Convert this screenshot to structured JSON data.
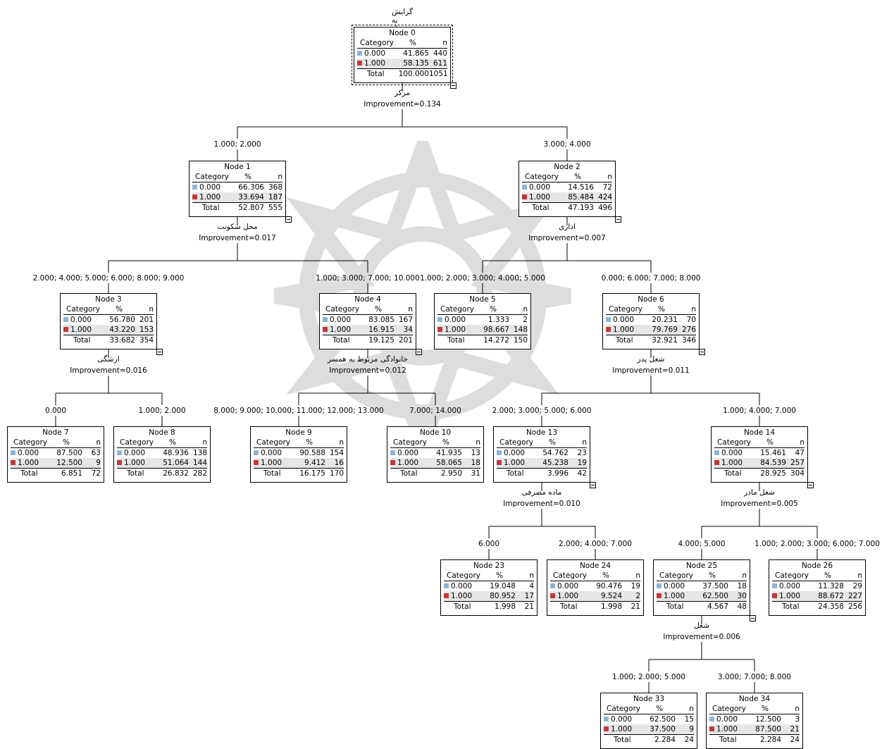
{
  "title": "گرایش به مواد مخدر",
  "colors": {
    "cat0": "#8fb4d4",
    "cat1": "#c0393b"
  },
  "nodes": [
    {
      "id": "0",
      "name": "Node 0",
      "rows": [
        [
          "0.000",
          "41.865",
          "440"
        ],
        [
          "1.000",
          "58.135",
          "611"
        ]
      ],
      "total": [
        "100.000",
        "1051"
      ],
      "split_var": "مرکز",
      "improvement": "Improvement=0.134"
    },
    {
      "id": "1",
      "name": "Node 1",
      "branch": "1.000; 2.000",
      "rows": [
        [
          "0.000",
          "66.306",
          "368"
        ],
        [
          "1.000",
          "33.694",
          "187"
        ]
      ],
      "total": [
        "52.807",
        "555"
      ],
      "split_var": "محل سکونت",
      "improvement": "Improvement=0.017"
    },
    {
      "id": "2",
      "name": "Node 2",
      "branch": "3.000; 4.000",
      "rows": [
        [
          "0.000",
          "14.516",
          "72"
        ],
        [
          "1.000",
          "85.484",
          "424"
        ]
      ],
      "total": [
        "47.193",
        "496"
      ],
      "split_var": "اداری",
      "improvement": "Improvement=0.007"
    },
    {
      "id": "3",
      "name": "Node 3",
      "branch": "2.000; 4.000; 5.000; 6.000; 8.000; 9.000",
      "rows": [
        [
          "0.000",
          "56.780",
          "201"
        ],
        [
          "1.000",
          "43.220",
          "153"
        ]
      ],
      "total": [
        "33.682",
        "354"
      ],
      "split_var": "ارشگی",
      "improvement": "Improvement=0.016"
    },
    {
      "id": "4",
      "name": "Node 4",
      "branch": "1.000; 3.000; 7.000; 10.000",
      "rows": [
        [
          "0.000",
          "83.085",
          "167"
        ],
        [
          "1.000",
          "16.915",
          "34"
        ]
      ],
      "total": [
        "19.125",
        "201"
      ],
      "split_var": "خانوادگی مربوط به همسر",
      "improvement": "Improvement=0.012"
    },
    {
      "id": "5",
      "name": "Node 5",
      "branch": "1.000; 2.000; 3.000; 4.000; 5.000",
      "rows": [
        [
          "0.000",
          "1.333",
          "2"
        ],
        [
          "1.000",
          "98.667",
          "148"
        ]
      ],
      "total": [
        "14.272",
        "150"
      ]
    },
    {
      "id": "6",
      "name": "Node 6",
      "branch": "0.000; 6.000; 7.000; 8.000",
      "rows": [
        [
          "0.000",
          "20.231",
          "70"
        ],
        [
          "1.000",
          "79.769",
          "276"
        ]
      ],
      "total": [
        "32.921",
        "346"
      ],
      "split_var": "شغل پدر",
      "improvement": "Improvement=0.011"
    },
    {
      "id": "7",
      "name": "Node 7",
      "branch": "0.000",
      "rows": [
        [
          "0.000",
          "87.500",
          "63"
        ],
        [
          "1.000",
          "12.500",
          "9"
        ]
      ],
      "total": [
        "6.851",
        "72"
      ]
    },
    {
      "id": "8",
      "name": "Node 8",
      "branch": "1.000; 2.000",
      "rows": [
        [
          "0.000",
          "48.936",
          "138"
        ],
        [
          "1.000",
          "51.064",
          "144"
        ]
      ],
      "total": [
        "26.832",
        "282"
      ]
    },
    {
      "id": "9",
      "name": "Node 9",
      "branch": "8.000; 9.000; 10.000; 11.000; 12.000; 13.000",
      "rows": [
        [
          "0.000",
          "90.588",
          "154"
        ],
        [
          "1.000",
          "9.412",
          "16"
        ]
      ],
      "total": [
        "16.175",
        "170"
      ]
    },
    {
      "id": "10",
      "name": "Node 10",
      "branch": "7.000; 14.000",
      "rows": [
        [
          "0.000",
          "41.935",
          "13"
        ],
        [
          "1.000",
          "58.065",
          "18"
        ]
      ],
      "total": [
        "2.950",
        "31"
      ]
    },
    {
      "id": "13",
      "name": "Node 13",
      "branch": "2.000; 3.000; 5.000; 6.000",
      "rows": [
        [
          "0.000",
          "54.762",
          "23"
        ],
        [
          "1.000",
          "45.238",
          "19"
        ]
      ],
      "total": [
        "3.996",
        "42"
      ],
      "split_var": "ماده مصرفی",
      "improvement": "Improvement=0.010"
    },
    {
      "id": "14",
      "name": "Node 14",
      "branch": "1.000; 4.000; 7.000",
      "rows": [
        [
          "0.000",
          "15.461",
          "47"
        ],
        [
          "1.000",
          "84.539",
          "257"
        ]
      ],
      "total": [
        "28.925",
        "304"
      ],
      "split_var": "شغل مادر",
      "improvement": "Improvement=0.005"
    },
    {
      "id": "23",
      "name": "Node 23",
      "branch": "6.000",
      "rows": [
        [
          "0.000",
          "19.048",
          "4"
        ],
        [
          "1.000",
          "80.952",
          "17"
        ]
      ],
      "total": [
        "1.998",
        "21"
      ]
    },
    {
      "id": "24",
      "name": "Node 24",
      "branch": "2.000; 4.000; 7.000",
      "rows": [
        [
          "0.000",
          "90.476",
          "19"
        ],
        [
          "1.000",
          "9.524",
          "2"
        ]
      ],
      "total": [
        "1.998",
        "21"
      ]
    },
    {
      "id": "25",
      "name": "Node 25",
      "branch": "4.000; 5.000",
      "rows": [
        [
          "0.000",
          "37.500",
          "18"
        ],
        [
          "1.000",
          "62.500",
          "30"
        ]
      ],
      "total": [
        "4.567",
        "48"
      ],
      "split_var": "شغل",
      "improvement": "Improvement=0.006"
    },
    {
      "id": "26",
      "name": "Node 26",
      "branch": "1.000; 2.000; 3.000; 6.000; 7.000",
      "rows": [
        [
          "0.000",
          "11.328",
          "29"
        ],
        [
          "1.000",
          "88.672",
          "227"
        ]
      ],
      "total": [
        "24.358",
        "256"
      ]
    },
    {
      "id": "33",
      "name": "Node 33",
      "branch": "1.000; 2.000; 5.000",
      "rows": [
        [
          "0.000",
          "62.500",
          "15"
        ],
        [
          "1.000",
          "37.500",
          "9"
        ]
      ],
      "total": [
        "2.284",
        "24"
      ]
    },
    {
      "id": "34",
      "name": "Node 34",
      "branch": "3.000; 7.000; 8.000",
      "rows": [
        [
          "0.000",
          "12.500",
          "3"
        ],
        [
          "1.000",
          "87.500",
          "21"
        ]
      ],
      "total": [
        "2.284",
        "24"
      ]
    }
  ],
  "table_headers": {
    "category": "Category",
    "percent": "%",
    "n": "n",
    "total": "Total"
  }
}
